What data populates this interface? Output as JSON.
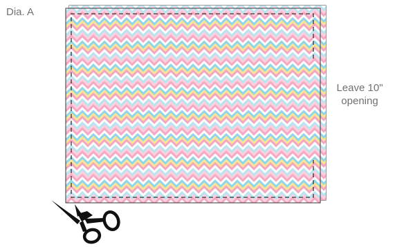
{
  "diagram_label": "Dia. A",
  "opening_label": {
    "line1": "Leave 10\"",
    "line2": "opening"
  },
  "fabric": {
    "front_color": "#ffffff",
    "back_fabric_edge": "#ef6aa5",
    "outline_color": "#333333",
    "chevron_colors": [
      "#f7a8c4",
      "#ffffff",
      "#8fd6e8",
      "#fbe49a",
      "#f5a6c0",
      "#ffffff",
      "#b7e4f0",
      "#fdd0de"
    ]
  },
  "stitch_line": {
    "style": "dashed",
    "color": "#333333"
  },
  "scissors": {
    "icon": "scissors-icon",
    "color": "#111111"
  }
}
